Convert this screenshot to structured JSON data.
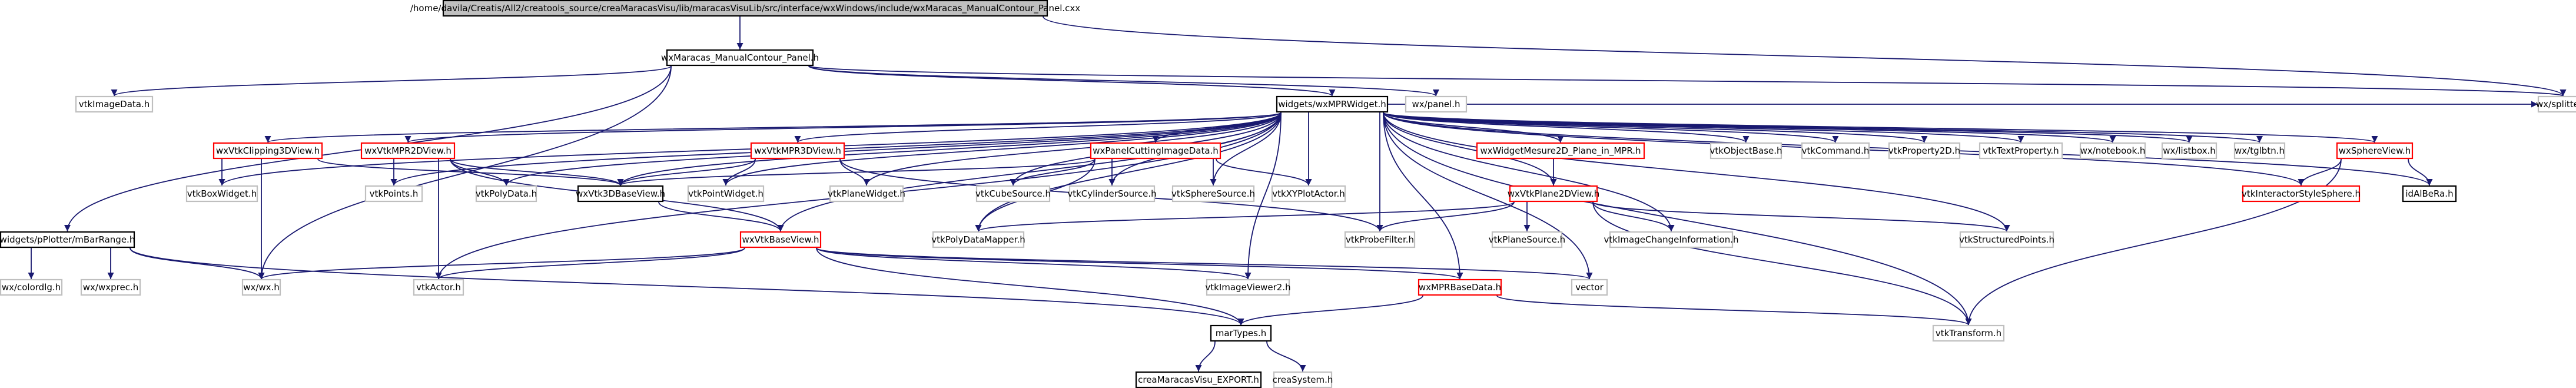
{
  "diagram": {
    "kind": "include-dependency-graph",
    "colors": {
      "edge": "#191970",
      "root_fill": "#bfbfbf",
      "node_text": "#000000",
      "border_documented": "#000000",
      "border_undocumented": "#ff0000",
      "border_external": "#bfbfbf"
    },
    "nodes": [
      {
        "id": "root",
        "label": "/home/davila/Creatis/All2/creatools_source/creaMaracasVisu/lib/maracasVisuLib/src/interface/wxWindows/include/wxMaracas_ManualContour_Panel.cxx",
        "style": "root"
      },
      {
        "id": "mcp",
        "label": "wxMaracas_ManualContour_Panel.h",
        "style": "documented"
      },
      {
        "id": "imagedata",
        "label": "vtkImageData.h",
        "style": "external"
      },
      {
        "id": "wxpanel",
        "label": "wx/panel.h",
        "style": "external"
      },
      {
        "id": "wxsplitter",
        "label": "wx/splitter.h",
        "style": "external"
      },
      {
        "id": "mprwidget",
        "label": "widgets/wxMPRWidget.h",
        "style": "documented"
      },
      {
        "id": "pmbr",
        "label": "widgets/pPlotter/mBarRange.h",
        "style": "documented"
      },
      {
        "id": "clip3d",
        "label": "wxVtkClipping3DView.h",
        "style": "undocumented"
      },
      {
        "id": "mpr2d",
        "label": "wxVtkMPR2DView.h",
        "style": "undocumented"
      },
      {
        "id": "mpr3d",
        "label": "wxVtkMPR3DView.h",
        "style": "undocumented"
      },
      {
        "id": "pcid",
        "label": "wxPanelCuttingImageData.h",
        "style": "undocumented"
      },
      {
        "id": "wmes",
        "label": "wxWidgetMesure2D_Plane_in_MPR.h",
        "style": "undocumented"
      },
      {
        "id": "objbase",
        "label": "vtkObjectBase.h",
        "style": "external"
      },
      {
        "id": "command",
        "label": "vtkCommand.h",
        "style": "external"
      },
      {
        "id": "prop2d",
        "label": "vtkProperty2D.h",
        "style": "external"
      },
      {
        "id": "textprop",
        "label": "vtkTextProperty.h",
        "style": "external"
      },
      {
        "id": "notebook",
        "label": "wx/notebook.h",
        "style": "external"
      },
      {
        "id": "listbox",
        "label": "wx/listbox.h",
        "style": "external"
      },
      {
        "id": "tglbtn",
        "label": "wx/tglbtn.h",
        "style": "external"
      },
      {
        "id": "sphereview",
        "label": "wxSphereView.h",
        "style": "undocumented"
      },
      {
        "id": "boxwidget",
        "label": "vtkBoxWidget.h",
        "style": "external"
      },
      {
        "id": "points",
        "label": "vtkPoints.h",
        "style": "external"
      },
      {
        "id": "polydata",
        "label": "vtkPolyData.h",
        "style": "external"
      },
      {
        "id": "v3dbase",
        "label": "wxVtk3DBaseView.h",
        "style": "documented"
      },
      {
        "id": "pointwidget",
        "label": "vtkPointWidget.h",
        "style": "external"
      },
      {
        "id": "planewidget",
        "label": "vtkPlaneWidget.h",
        "style": "external"
      },
      {
        "id": "cubesource",
        "label": "vtkCubeSource.h",
        "style": "external"
      },
      {
        "id": "cylsource",
        "label": "vtkCylinderSource.h",
        "style": "external"
      },
      {
        "id": "sphsource",
        "label": "vtkSphereSource.h",
        "style": "external"
      },
      {
        "id": "xyplot",
        "label": "vtkXYPlotActor.h",
        "style": "external"
      },
      {
        "id": "plane2dview",
        "label": "wxVtkPlane2DView.h",
        "style": "undocumented"
      },
      {
        "id": "interactorsph",
        "label": "vtkInteractorStyleSphere.h",
        "style": "undocumented"
      },
      {
        "id": "idalbera",
        "label": "idAlBeRa.h",
        "style": "documented"
      },
      {
        "id": "vtkbaseview",
        "label": "wxVtkBaseView.h",
        "style": "undocumented"
      },
      {
        "id": "polydatamapper",
        "label": "vtkPolyDataMapper.h",
        "style": "external"
      },
      {
        "id": "probefilter",
        "label": "vtkProbeFilter.h",
        "style": "external"
      },
      {
        "id": "planesource",
        "label": "vtkPlaneSource.h",
        "style": "external"
      },
      {
        "id": "imgchange",
        "label": "vtkImageChangeInformation.h",
        "style": "external"
      },
      {
        "id": "structpoints",
        "label": "vtkStructuredPoints.h",
        "style": "external"
      },
      {
        "id": "colordlg",
        "label": "wx/colordlg.h",
        "style": "external"
      },
      {
        "id": "wxprec",
        "label": "wx/wxprec.h",
        "style": "external"
      },
      {
        "id": "wxwx",
        "label": "wx/wx.h",
        "style": "external"
      },
      {
        "id": "vtkactor",
        "label": "vtkActor.h",
        "style": "external"
      },
      {
        "id": "imgviewer2",
        "label": "vtkImageViewer2.h",
        "style": "external"
      },
      {
        "id": "mprbasedata",
        "label": "wxMPRBaseData.h",
        "style": "undocumented"
      },
      {
        "id": "vector",
        "label": "vector",
        "style": "external"
      },
      {
        "id": "transform",
        "label": "vtkTransform.h",
        "style": "external"
      },
      {
        "id": "martypes",
        "label": "marTypes.h",
        "style": "documented"
      },
      {
        "id": "export",
        "label": "creaMaracasVisu_EXPORT.h",
        "style": "documented"
      },
      {
        "id": "creasystem",
        "label": "creaSystem.h",
        "style": "external"
      }
    ],
    "edges": [
      [
        "root",
        "mcp"
      ],
      [
        "root",
        "wxsplitter"
      ],
      [
        "mcp",
        "imagedata"
      ],
      [
        "mcp",
        "wxpanel"
      ],
      [
        "mcp",
        "mprwidget"
      ],
      [
        "mcp",
        "pmbr"
      ],
      [
        "mcp",
        "wxwx"
      ],
      [
        "mcp",
        "wxsplitter"
      ],
      [
        "mprwidget",
        "clip3d"
      ],
      [
        "mprwidget",
        "mpr2d"
      ],
      [
        "mprwidget",
        "mpr3d"
      ],
      [
        "mprwidget",
        "pcid"
      ],
      [
        "mprwidget",
        "wmes"
      ],
      [
        "mprwidget",
        "objbase"
      ],
      [
        "mprwidget",
        "command"
      ],
      [
        "mprwidget",
        "prop2d"
      ],
      [
        "mprwidget",
        "textprop"
      ],
      [
        "mprwidget",
        "notebook"
      ],
      [
        "mprwidget",
        "listbox"
      ],
      [
        "mprwidget",
        "tglbtn"
      ],
      [
        "mprwidget",
        "sphereview"
      ],
      [
        "mprwidget",
        "wxsplitter"
      ],
      [
        "mprwidget",
        "boxwidget"
      ],
      [
        "mprwidget",
        "points"
      ],
      [
        "mprwidget",
        "polydata"
      ],
      [
        "mprwidget",
        "v3dbase"
      ],
      [
        "mprwidget",
        "pointwidget"
      ],
      [
        "mprwidget",
        "planewidget"
      ],
      [
        "mprwidget",
        "cubesource"
      ],
      [
        "mprwidget",
        "cylsource"
      ],
      [
        "mprwidget",
        "sphsource"
      ],
      [
        "mprwidget",
        "xyplot"
      ],
      [
        "mprwidget",
        "plane2dview"
      ],
      [
        "mprwidget",
        "interactorsph"
      ],
      [
        "mprwidget",
        "idalbera"
      ],
      [
        "mprwidget",
        "structpoints"
      ],
      [
        "mprwidget",
        "vector"
      ],
      [
        "mprwidget",
        "transform"
      ],
      [
        "mprwidget",
        "imgviewer2"
      ],
      [
        "mprwidget",
        "mprbasedata"
      ],
      [
        "mprwidget",
        "vtkbaseview"
      ],
      [
        "mprwidget",
        "polydatamapper"
      ],
      [
        "mprwidget",
        "probefilter"
      ],
      [
        "mprwidget",
        "imgchange"
      ],
      [
        "mprwidget",
        "vtkactor"
      ],
      [
        "clip3d",
        "boxwidget"
      ],
      [
        "clip3d",
        "v3dbase"
      ],
      [
        "clip3d",
        "wxwx"
      ],
      [
        "mpr2d",
        "points"
      ],
      [
        "mpr2d",
        "polydata"
      ],
      [
        "mpr2d",
        "v3dbase"
      ],
      [
        "mpr2d",
        "vtkactor"
      ],
      [
        "mpr2d",
        "vtkbaseview"
      ],
      [
        "mpr3d",
        "pointwidget"
      ],
      [
        "mpr3d",
        "planewidget"
      ],
      [
        "mpr3d",
        "v3dbase"
      ],
      [
        "mpr3d",
        "probefilter"
      ],
      [
        "pcid",
        "v3dbase"
      ],
      [
        "pcid",
        "cubesource"
      ],
      [
        "pcid",
        "cylsource"
      ],
      [
        "pcid",
        "sphsource"
      ],
      [
        "pcid",
        "xyplot"
      ],
      [
        "pcid",
        "polydatamapper"
      ],
      [
        "wmes",
        "plane2dview"
      ],
      [
        "sphereview",
        "interactorsph"
      ],
      [
        "sphereview",
        "idalbera"
      ],
      [
        "sphereview",
        "transform"
      ],
      [
        "v3dbase",
        "vtkbaseview"
      ],
      [
        "plane2dview",
        "polydatamapper"
      ],
      [
        "plane2dview",
        "probefilter"
      ],
      [
        "plane2dview",
        "planesource"
      ],
      [
        "plane2dview",
        "imgchange"
      ],
      [
        "plane2dview",
        "structpoints"
      ],
      [
        "plane2dview",
        "transform"
      ],
      [
        "vtkbaseview",
        "wxwx"
      ],
      [
        "vtkbaseview",
        "vtkactor"
      ],
      [
        "vtkbaseview",
        "imgviewer2"
      ],
      [
        "vtkbaseview",
        "mprbasedata"
      ],
      [
        "vtkbaseview",
        "vector"
      ],
      [
        "vtkbaseview",
        "martypes"
      ],
      [
        "pmbr",
        "colordlg"
      ],
      [
        "pmbr",
        "wxprec"
      ],
      [
        "pmbr",
        "wxwx"
      ],
      [
        "pmbr",
        "martypes"
      ],
      [
        "mprbasedata",
        "martypes"
      ],
      [
        "mprbasedata",
        "transform"
      ],
      [
        "martypes",
        "export"
      ],
      [
        "martypes",
        "creasystem"
      ]
    ]
  }
}
